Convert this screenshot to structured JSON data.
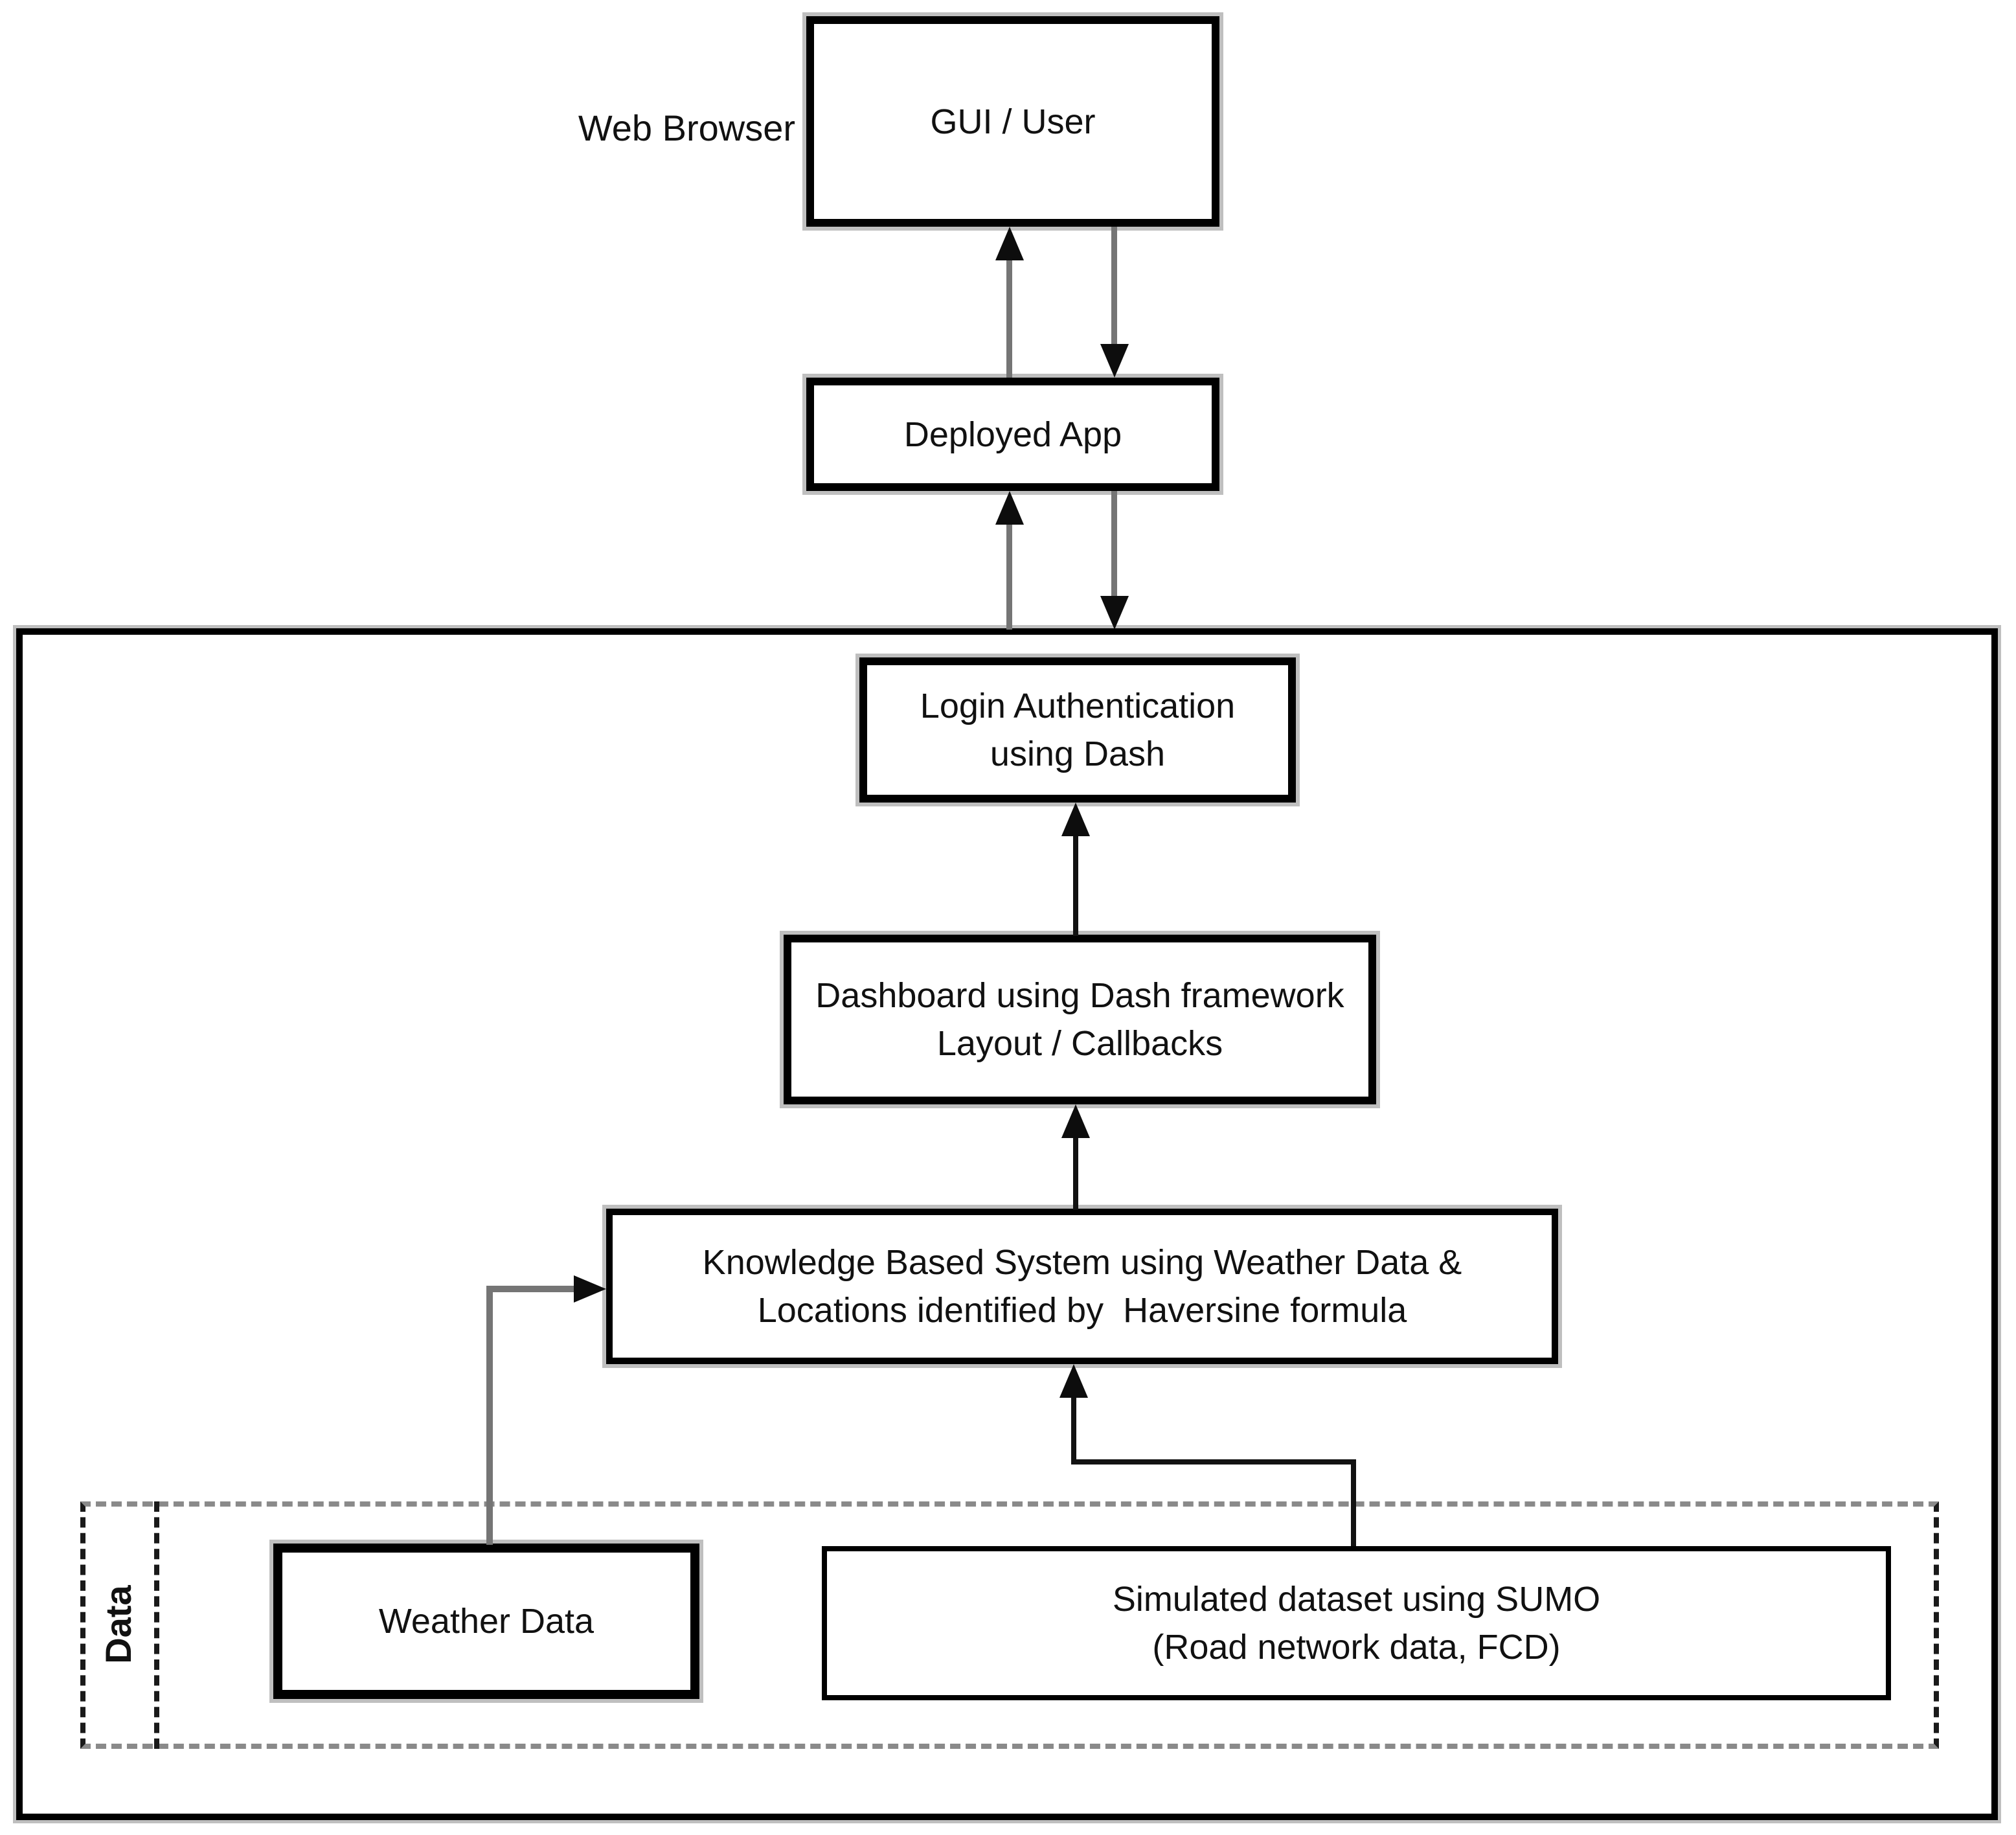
{
  "annotations": {
    "web_browser": "Web Browser",
    "data_group": "Data"
  },
  "nodes": {
    "gui_user": {
      "label": "GUI / User"
    },
    "deployed_app": {
      "label": "Deployed App"
    },
    "login_auth": {
      "line1": "Login Authentication",
      "line2": "using Dash"
    },
    "dashboard": {
      "line1": "Dashboard using Dash framework",
      "line2": "Layout / Callbacks"
    },
    "knowledge_system": {
      "line1": "Knowledge Based System using Weather Data &",
      "line2": "Locations identified by  Haversine formula"
    },
    "weather_data": {
      "label": "Weather Data"
    },
    "simulated_dataset": {
      "line1": "Simulated dataset using SUMO",
      "line2": "(Road network data, FCD)"
    }
  },
  "colors": {
    "background": "#ffffff",
    "box_border": "#000000",
    "text": "#111111",
    "connector_gray": "#757575",
    "connector_black": "#121212",
    "dashed_gray": "#8a8a8a",
    "dashed_black": "#1a1a1a"
  }
}
